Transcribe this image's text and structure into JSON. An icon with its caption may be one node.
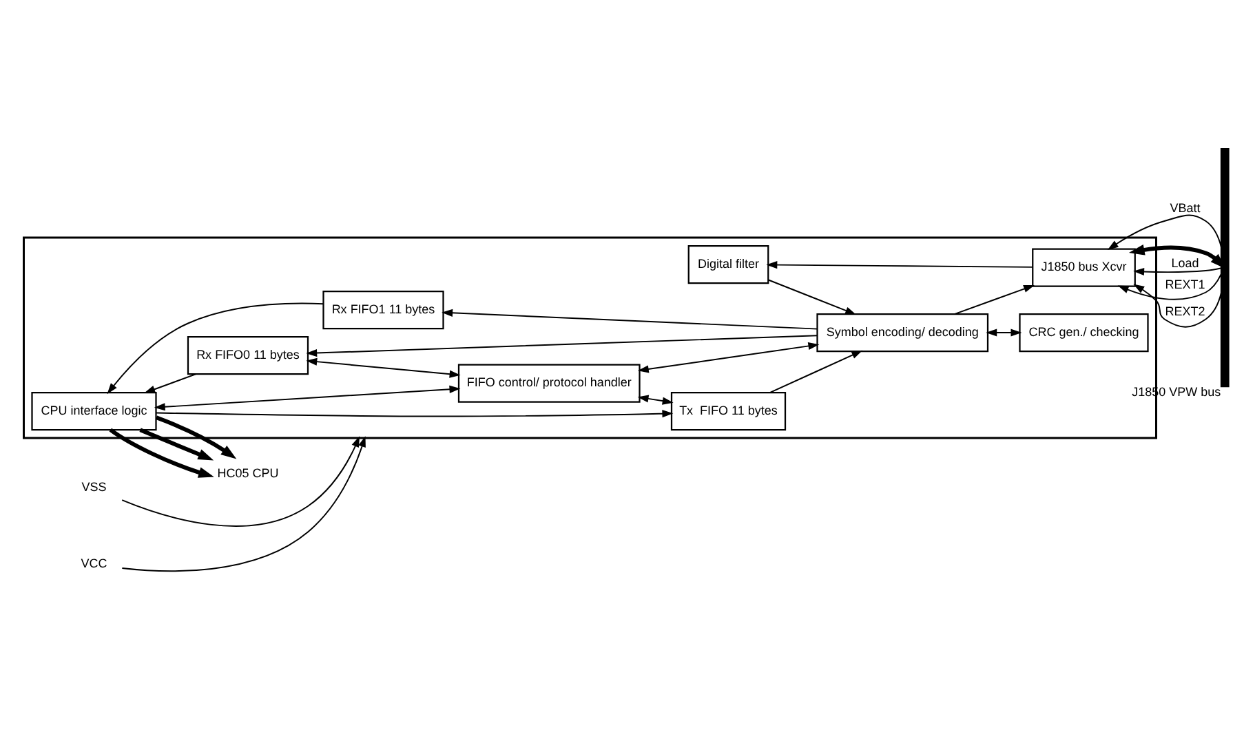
{
  "diagram": {
    "nodes": [
      {
        "text": [],
        "shape": "box"
      },
      {
        "text": [
          "Rx FIFO1 11 bytes"
        ],
        "in": 0
      },
      {
        "text": [
          "Digital filter"
        ],
        "in": 0
      },
      {
        "text": [
          "CPU interface logic"
        ],
        "in": 0
      },
      {
        "text": [
          "Rx FIFO0 11 bytes"
        ],
        "in": 0
      },
      {
        "text": [
          "Symbol encoding/ decoding"
        ],
        "in": 0
      },
      {
        "text": [
          "J1850 bus Xcvr"
        ],
        "in": 0
      },
      {
        "text": [
          "FIFO control/ protocol handler"
        ],
        "in": 0
      },
      {
        "text": [
          "Tx  FIFO 11 bytes"
        ],
        "in": 0
      },
      {
        "text": [
          "CRC gen./ checking"
        ],
        "in": 0
      },
      {
        "text": [
          "HC05 CPU"
        ]
      },
      {
        "text": [],
        "shape": "bar",
        "beside": [
          "J1850 VPW bus"
        ]
      },
      {
        "text": [
          "VSS"
        ]
      },
      {
        "text": [
          "VCC"
        ]
      }
    ],
    "edges": [
      {
        "from": 6,
        "to": 2,
        "arrow": "to"
      },
      {
        "from": 2,
        "to": 5,
        "arrow": "to"
      },
      {
        "from": 5,
        "to": 1,
        "arrow": "to"
      },
      {
        "from": 5,
        "to": 4,
        "arrow": "to"
      },
      {
        "from": 1,
        "to": 3,
        "arrow": "to"
      },
      {
        "from": 4,
        "to": 3,
        "arrow": "to"
      },
      {
        "from": 5,
        "to": 6,
        "arrow": "to"
      },
      {
        "from": 3,
        "to": 7,
        "arrow": "both"
      },
      {
        "from": 7,
        "to": 5,
        "arrow": "both"
      },
      {
        "from": 4,
        "to": 7,
        "arrow": "both"
      },
      {
        "from": 7,
        "to": 8,
        "arrow": "both"
      },
      {
        "from": 3,
        "to": 8,
        "arrow": "to"
      },
      {
        "from": 8,
        "to": 5,
        "arrow": "to"
      },
      {
        "from": 5,
        "to": 9,
        "arrow": "both"
      },
      {
        "from": 3,
        "to": 10,
        "arrow": "to",
        "style": "thick"
      },
      {
        "from": 3,
        "to": 10,
        "arrow": "to",
        "style": "thick"
      },
      {
        "from": 3,
        "to": 10,
        "arrow": "to",
        "style": "thick"
      },
      {
        "from": 11,
        "to": 6,
        "arrow": "to",
        "label": "VBatt"
      },
      {
        "from": 11,
        "to": 6,
        "arrow": "both",
        "style": "thick"
      },
      {
        "from": 11,
        "to": 6,
        "arrow": "to",
        "label": "Load"
      },
      {
        "from": 11,
        "to": 6,
        "arrow": "to",
        "label": "REXT1"
      },
      {
        "from": 11,
        "to": 6,
        "arrow": "to",
        "label": "REXT2"
      },
      {
        "from": 12,
        "to": 0,
        "arrow": "to"
      },
      {
        "from": 13,
        "to": 0,
        "arrow": "to"
      }
    ]
  }
}
